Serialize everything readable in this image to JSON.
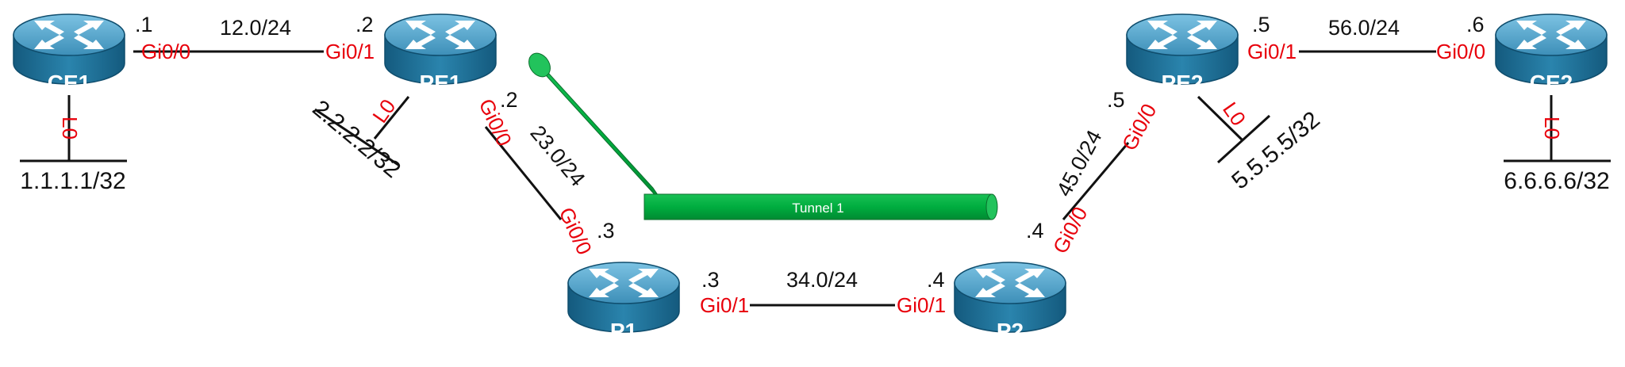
{
  "routers": [
    {
      "id": "ce1",
      "name": "CE1"
    },
    {
      "id": "pe1",
      "name": "PE1"
    },
    {
      "id": "p1",
      "name": "P1"
    },
    {
      "id": "p2",
      "name": "P2"
    },
    {
      "id": "pe2",
      "name": "PE2"
    },
    {
      "id": "ce2",
      "name": "CE2"
    }
  ],
  "links": {
    "ce1_pe1": {
      "network": "12.0/24",
      "ce1_if": "Gi0/0",
      "ce1_host": ".1",
      "pe1_if": "Gi0/1",
      "pe1_host": ".2"
    },
    "pe1_p1": {
      "network": "23.0/24",
      "pe1_if": "Gi0/0",
      "pe1_host": ".2",
      "p1_if": "Gi0/0",
      "p1_host": ".3"
    },
    "p1_p2": {
      "network": "34.0/24",
      "p1_if": "Gi0/1",
      "p1_host": ".3",
      "p2_if": "Gi0/1",
      "p2_host": ".4"
    },
    "p2_pe2": {
      "network": "45.0/24",
      "p2_if": "Gi0/0",
      "p2_host": ".4",
      "pe2_if": "Gi0/0",
      "pe2_host": ".5"
    },
    "pe2_ce2": {
      "network": "56.0/24",
      "pe2_if": "Gi0/1",
      "pe2_host": ".5",
      "ce2_if": "Gi0/0",
      "ce2_host": ".6"
    }
  },
  "loopbacks": {
    "ce1": {
      "if": "L0",
      "prefix": "1.1.1.1/32"
    },
    "pe1": {
      "if": "L0",
      "prefix": "2.2.2.2/32"
    },
    "pe2": {
      "if": "L0",
      "prefix": "5.5.5.5/32"
    },
    "ce2": {
      "if": "L0",
      "prefix": "6.6.6.6/32"
    }
  },
  "tunnel": {
    "label": "Tunnel 1",
    "color": "#00ad3f"
  },
  "colors": {
    "router_top": "#5aa8cc",
    "router_body": "#1c6e96",
    "interface_label": "#e8000b"
  }
}
